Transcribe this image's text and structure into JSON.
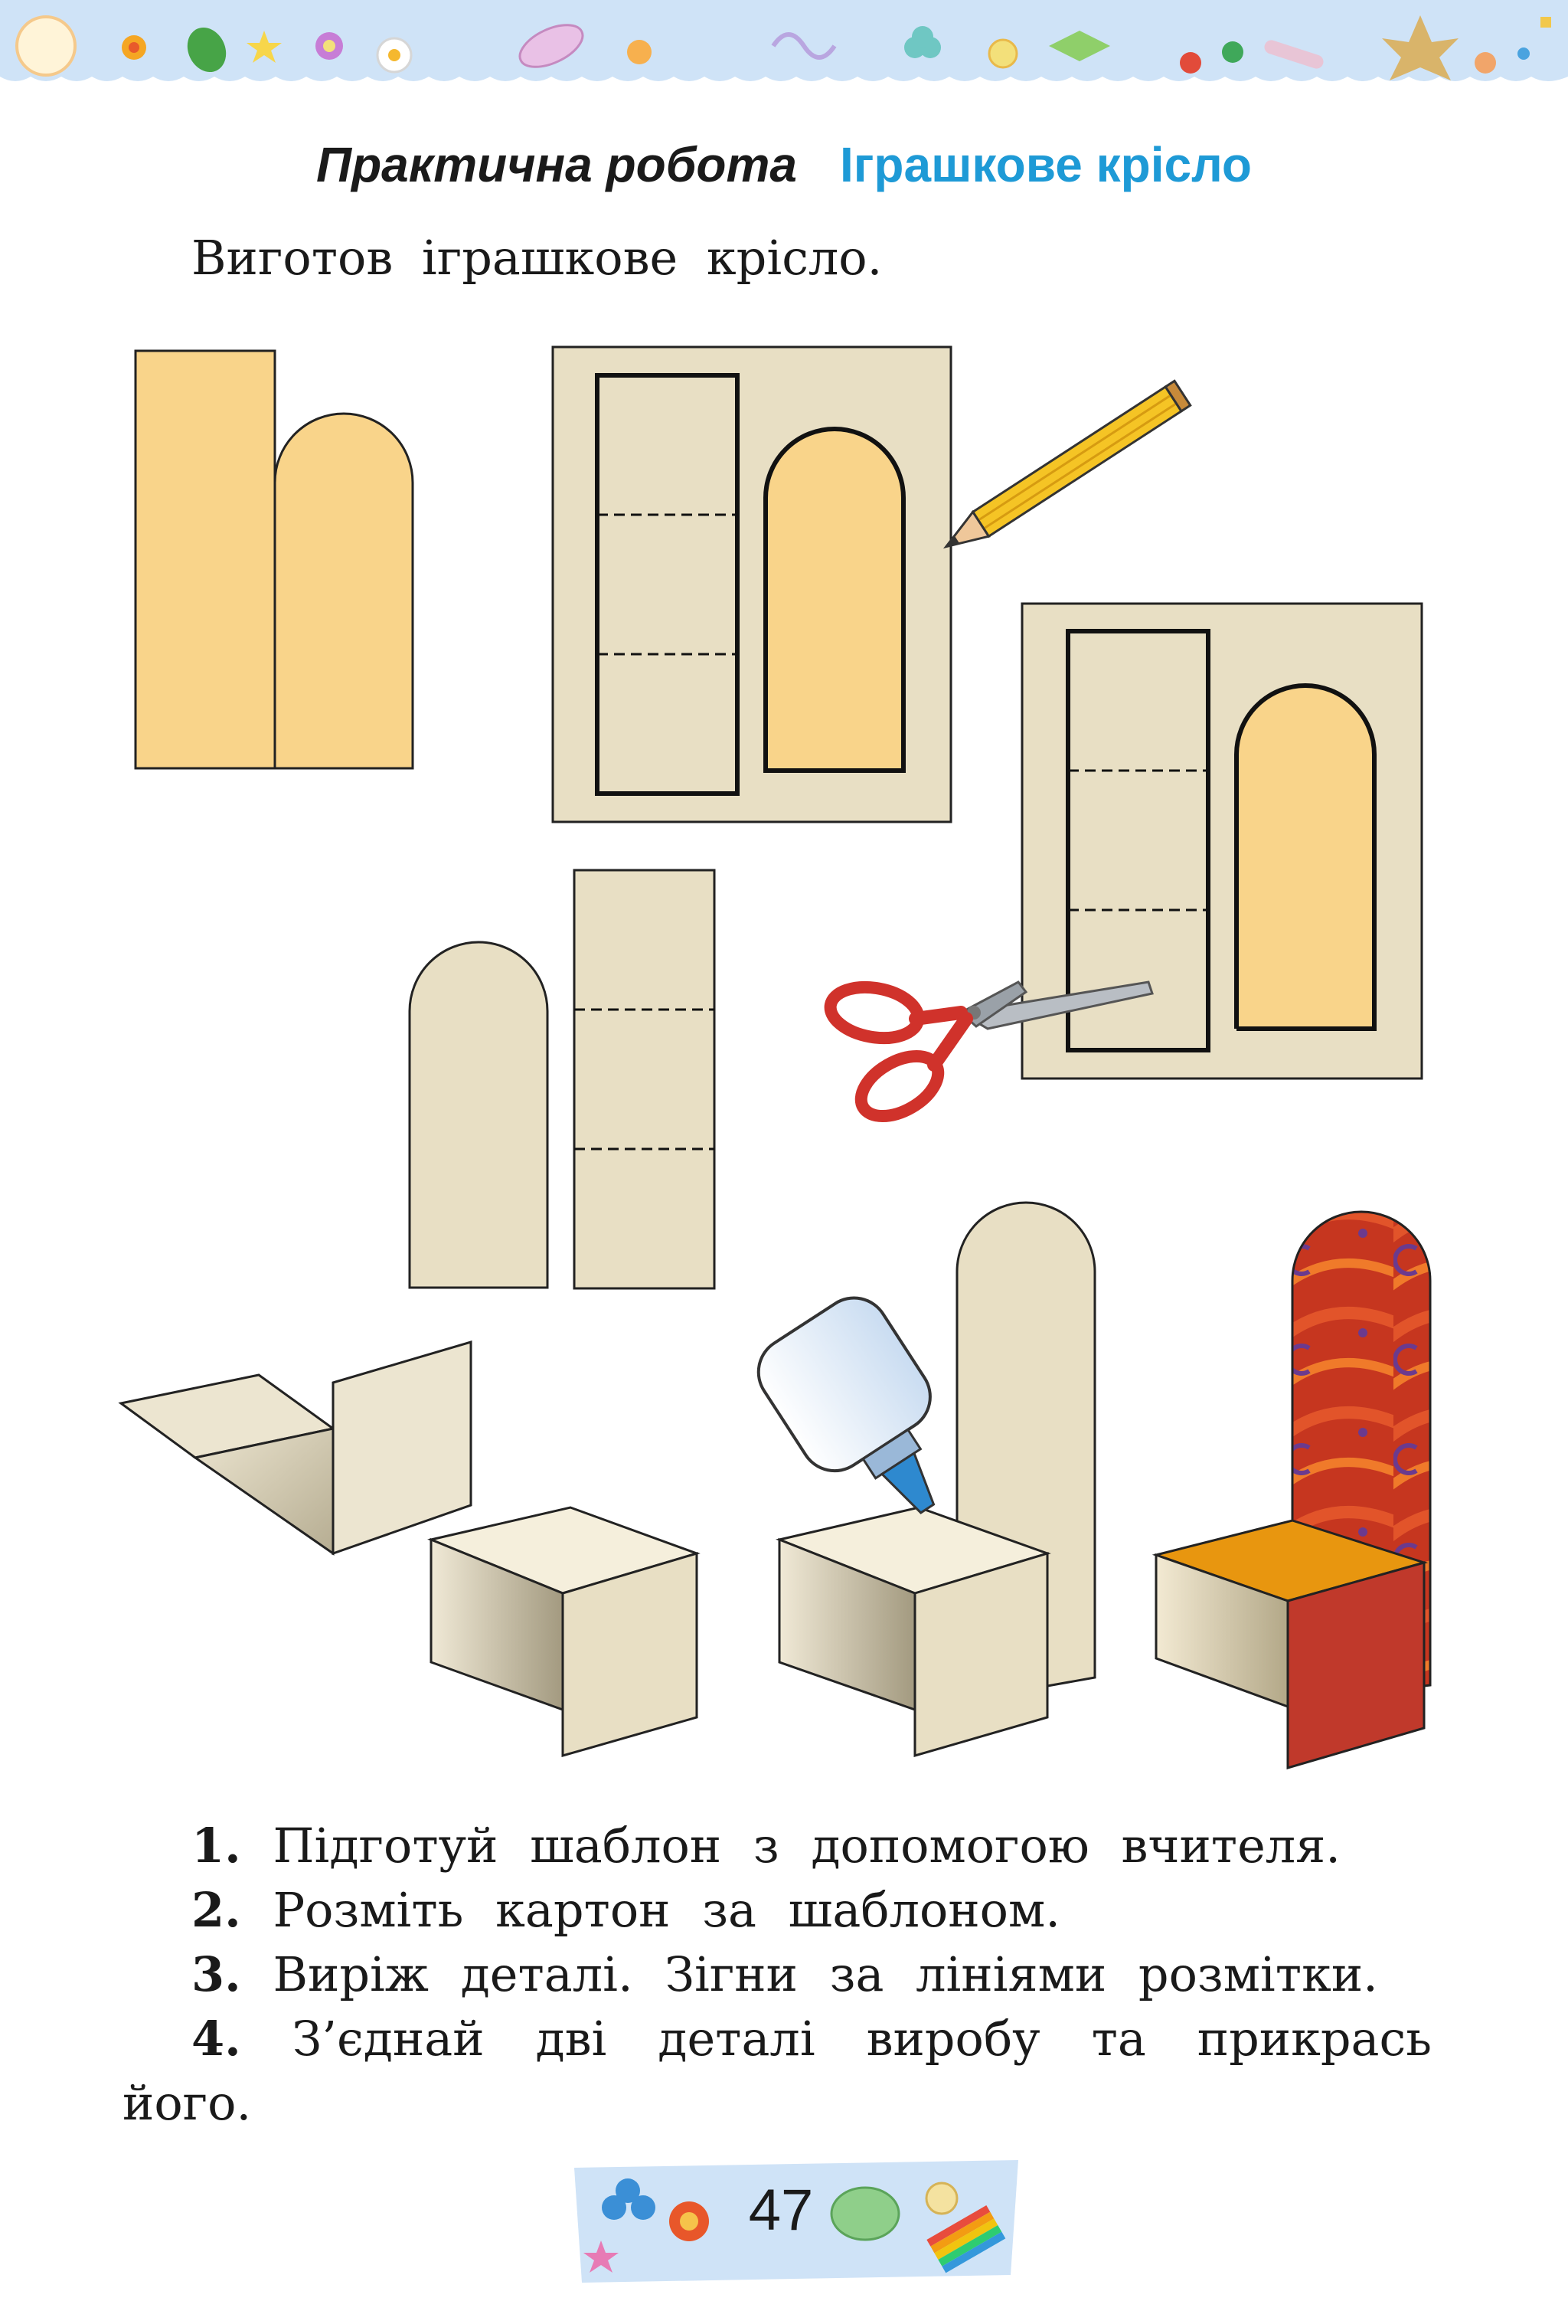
{
  "heading": {
    "label": "Практична робота",
    "title": "Іграшкове крісло"
  },
  "intro": "Виготов іграшкове крісло.",
  "steps": [
    {
      "num": "1.",
      "text": "Підготуй шаблон з допомогою вчителя."
    },
    {
      "num": "2.",
      "text": "Розміть картон за шаблоном."
    },
    {
      "num": "3.",
      "text": "Виріж деталі. Зігни за лініями розмітки."
    },
    {
      "num": "4.",
      "text": "З’єднай дві деталі виробу та прикрась його."
    }
  ],
  "page_number": "47",
  "colors": {
    "template_yellow": "#f9d48a",
    "cardboard_beige": "#e8dfc4",
    "heading_blue": "#1e9ad6",
    "chair_red": "#c0392b",
    "chair_seat_orange": "#e8960f",
    "banner_blue": "#cfe3f7"
  },
  "icons": [
    "pencil-icon",
    "scissors-icon",
    "glue-bottle-icon",
    "flower-icon",
    "leaf-icon",
    "star-icon"
  ]
}
